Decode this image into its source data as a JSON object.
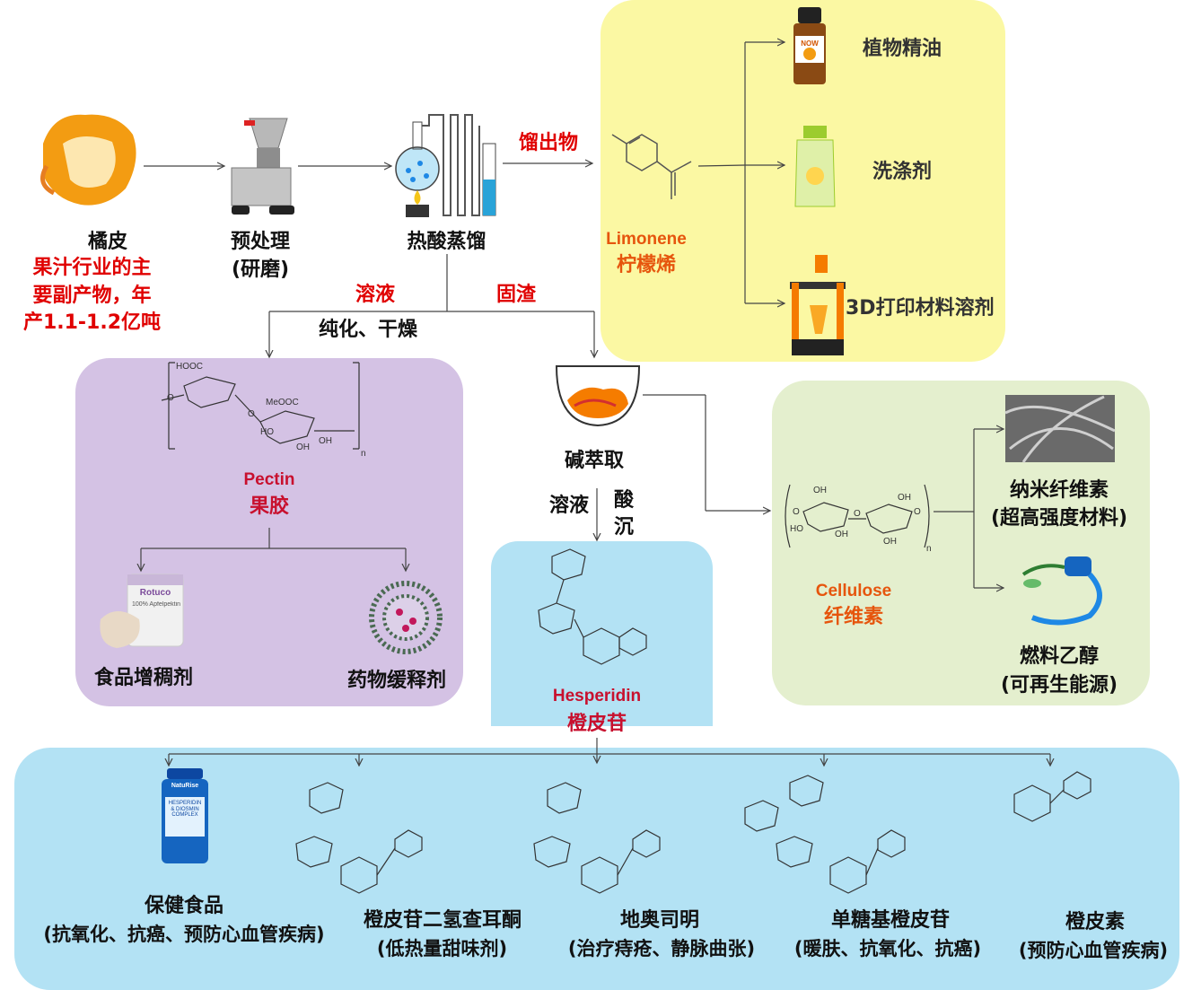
{
  "process": {
    "peel_title": "橘皮",
    "peel_note_lines": [
      "果汁行业的主",
      "要副产物，年",
      "产1.1-1.2亿吨"
    ],
    "pretreat_title": "预处理",
    "pretreat_sub": "(研磨)",
    "distill_title": "热酸蒸馏",
    "distillate_label": "馏出物",
    "solution_label": "溶液",
    "residue_label": "固渣",
    "purify_label": "纯化、干燥",
    "alkali_label": "碱萃取",
    "alkali_solution_label": "溶液",
    "acid_label_1": "酸",
    "acid_label_2": "沉"
  },
  "limonene": {
    "name_en": "Limonene",
    "name_cn": "柠檬烯",
    "uses": [
      "植物精油",
      "洗涤剂",
      "3D打印材料溶剂"
    ],
    "oil_brand": "NOW"
  },
  "pectin": {
    "name_en": "Pectin",
    "name_cn": "果胶",
    "uses": [
      "食品增稠剂",
      "药物缓释剂"
    ],
    "jar_brand": "Rotuco",
    "jar_text": "100% Apfelpektin",
    "struct_labels": [
      "HOOC",
      "MeOOC",
      "HO",
      "OH",
      "OH",
      "O",
      "O",
      "n"
    ]
  },
  "cellulose": {
    "name_en": "Cellulose",
    "name_cn": "纤维素",
    "uses": [
      {
        "line1": "纳米纤维素",
        "line2": "(超高强度材料)"
      },
      {
        "line1": "燃料乙醇",
        "line2": "(可再生能源)"
      }
    ],
    "struct_labels": [
      "OH",
      "OH",
      "OH",
      "OH",
      "HO",
      "O",
      "O",
      "O",
      "n"
    ]
  },
  "hesperidin": {
    "name_en": "Hesperidin",
    "name_cn": "橙皮苷"
  },
  "products": [
    {
      "line1": "保健食品",
      "line2": "(抗氧化、抗癌、预防心血管疾病)"
    },
    {
      "line1": "橙皮苷二氢查耳酮",
      "line2": "(低热量甜味剂)"
    },
    {
      "line1": "地奥司明",
      "line2": "(治疗痔疮、静脉曲张)"
    },
    {
      "line1": "单糖基橙皮苷",
      "line2": "(暖肤、抗氧化、抗癌)"
    },
    {
      "line1": "橙皮素",
      "line2": "(预防心血管疾病)"
    }
  ],
  "supplement_brand": "NatuRise",
  "supplement_text": "HESPERIDIN & DIOSMIN COMPLEX",
  "colors": {
    "limonene_bg": "#fbf8a3",
    "pectin_bg": "#d4c2e4",
    "cellulose_bg": "#e4efce",
    "hesperidin_bg": "#b3e2f4",
    "red_text": "#e00000",
    "orange_text": "#e6550d",
    "crimson_text": "#c8102e"
  }
}
